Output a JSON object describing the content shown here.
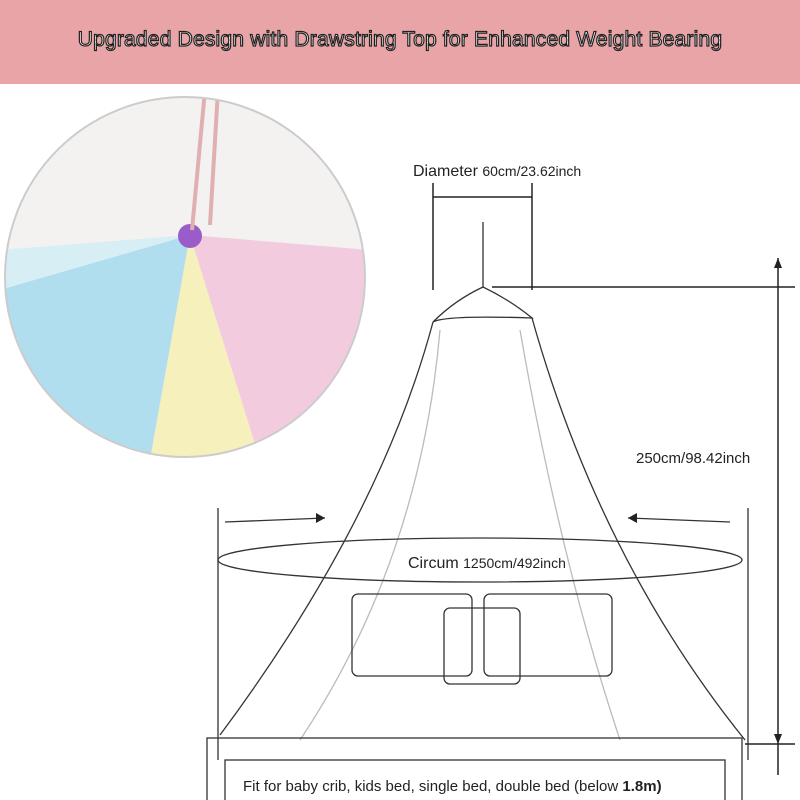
{
  "banner": {
    "title": "Upgraded Design with Drawstring Top for Enhanced Weight Bearing",
    "color": "#e8a4a7"
  },
  "diagram": {
    "diameter_label": "Diameter",
    "diameter_value": "60cm/23.62inch",
    "height_value": "250cm/98.42inch",
    "circum_label": "Circum",
    "circum_value": "1250cm/492inch",
    "fit_text": "Fit for baby crib, kids bed, single bed, double bed (below",
    "fit_size": "1.8m)"
  },
  "photo": {
    "colors": [
      "#9fd3e8",
      "#f2c6dc",
      "#f3eeb4",
      "#c9a6e0"
    ]
  }
}
